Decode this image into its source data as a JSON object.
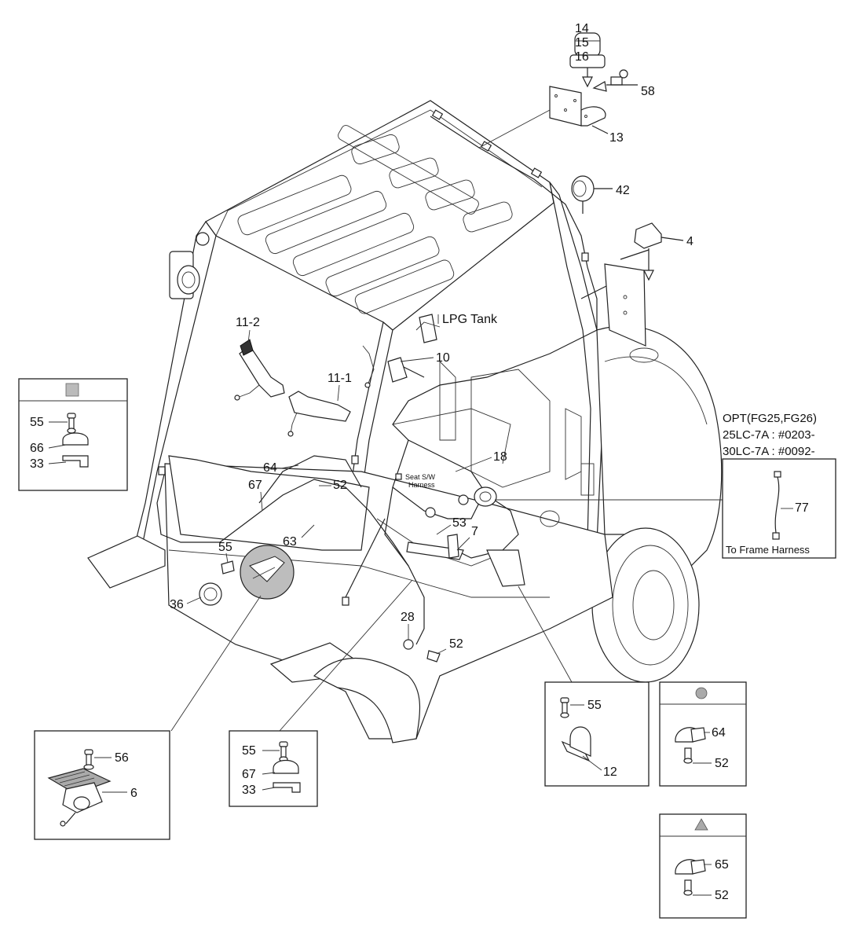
{
  "diagram": {
    "labels": {
      "p14": "14",
      "p15": "15",
      "p16": "16",
      "p58": "58",
      "p13": "13",
      "p42": "42",
      "p4": "4",
      "lpg": "LPG Tank",
      "p11_2": "11-2",
      "p10": "10",
      "p11_1": "11-1",
      "p18": "18",
      "p64": "64",
      "p52a": "52",
      "p67": "67",
      "p63": "63",
      "seat1": "Seat S/W",
      "seat2": "Harness",
      "p53": "53",
      "p7": "7",
      "p55a": "55",
      "p36": "36",
      "p28": "28",
      "p52b": "52"
    },
    "opt": {
      "line1": "OPT(FG25,FG26)",
      "line2": "25LC-7A : #0203-",
      "line3": "30LC-7A : #0092-",
      "part": "77",
      "note": "To Frame Harness"
    },
    "inset_square": {
      "p55": "55",
      "p66": "66",
      "p33": "33"
    },
    "inset_pedal": {
      "p56": "56",
      "p6": "6"
    },
    "inset_clamp": {
      "p55": "55",
      "p67": "67",
      "p33": "33"
    },
    "inset_bracket": {
      "p55": "55",
      "p12": "12"
    },
    "inset_circle": {
      "p64": "64",
      "p52": "52"
    },
    "inset_triangle": {
      "p65": "65",
      "p52": "52"
    }
  }
}
